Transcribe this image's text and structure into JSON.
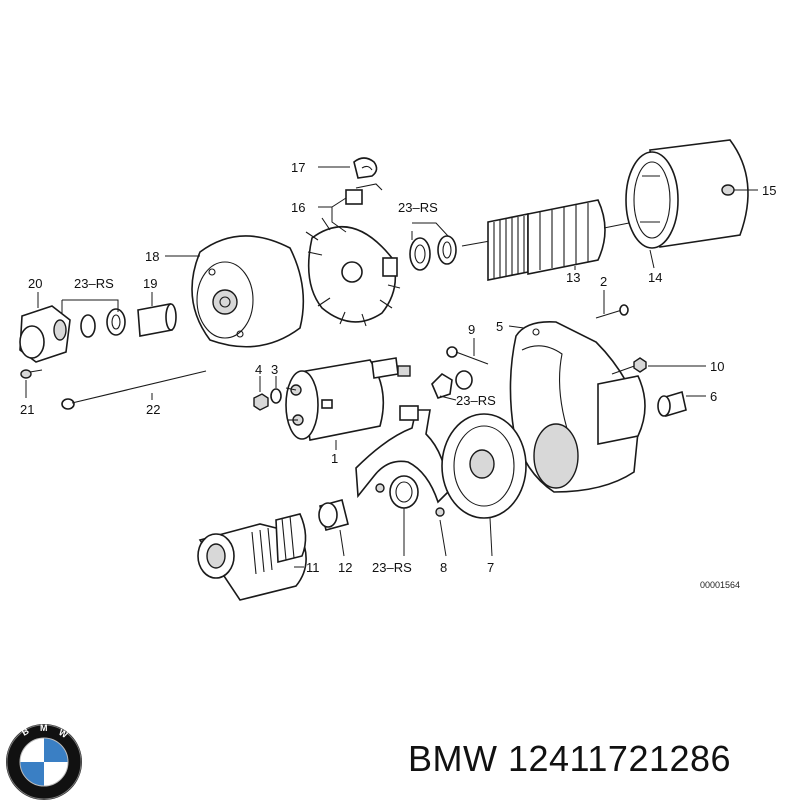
{
  "labels": {
    "l1": "1",
    "l2": "2",
    "l3": "3",
    "l4": "4",
    "l5": "5",
    "l6": "6",
    "l7": "7",
    "l8": "8",
    "l9": "9",
    "l10": "10",
    "l11": "11",
    "l12": "12",
    "l13": "13",
    "l14": "14",
    "l15": "15",
    "l16": "16",
    "l17": "17",
    "l18": "18",
    "l19": "19",
    "l20": "20",
    "l21": "21",
    "l22": "22",
    "rs_top": "23–RS",
    "rs_left": "23–RS",
    "rs_mid": "23–RS",
    "rs_bottom": "23–RS"
  },
  "reference_code": "00001564",
  "caption": "BMW 12411721286",
  "logo_text": "BMW",
  "colors": {
    "ink": "#1a1a1a",
    "logo_blue": "#3a7fc4",
    "logo_ring": "#111111"
  }
}
